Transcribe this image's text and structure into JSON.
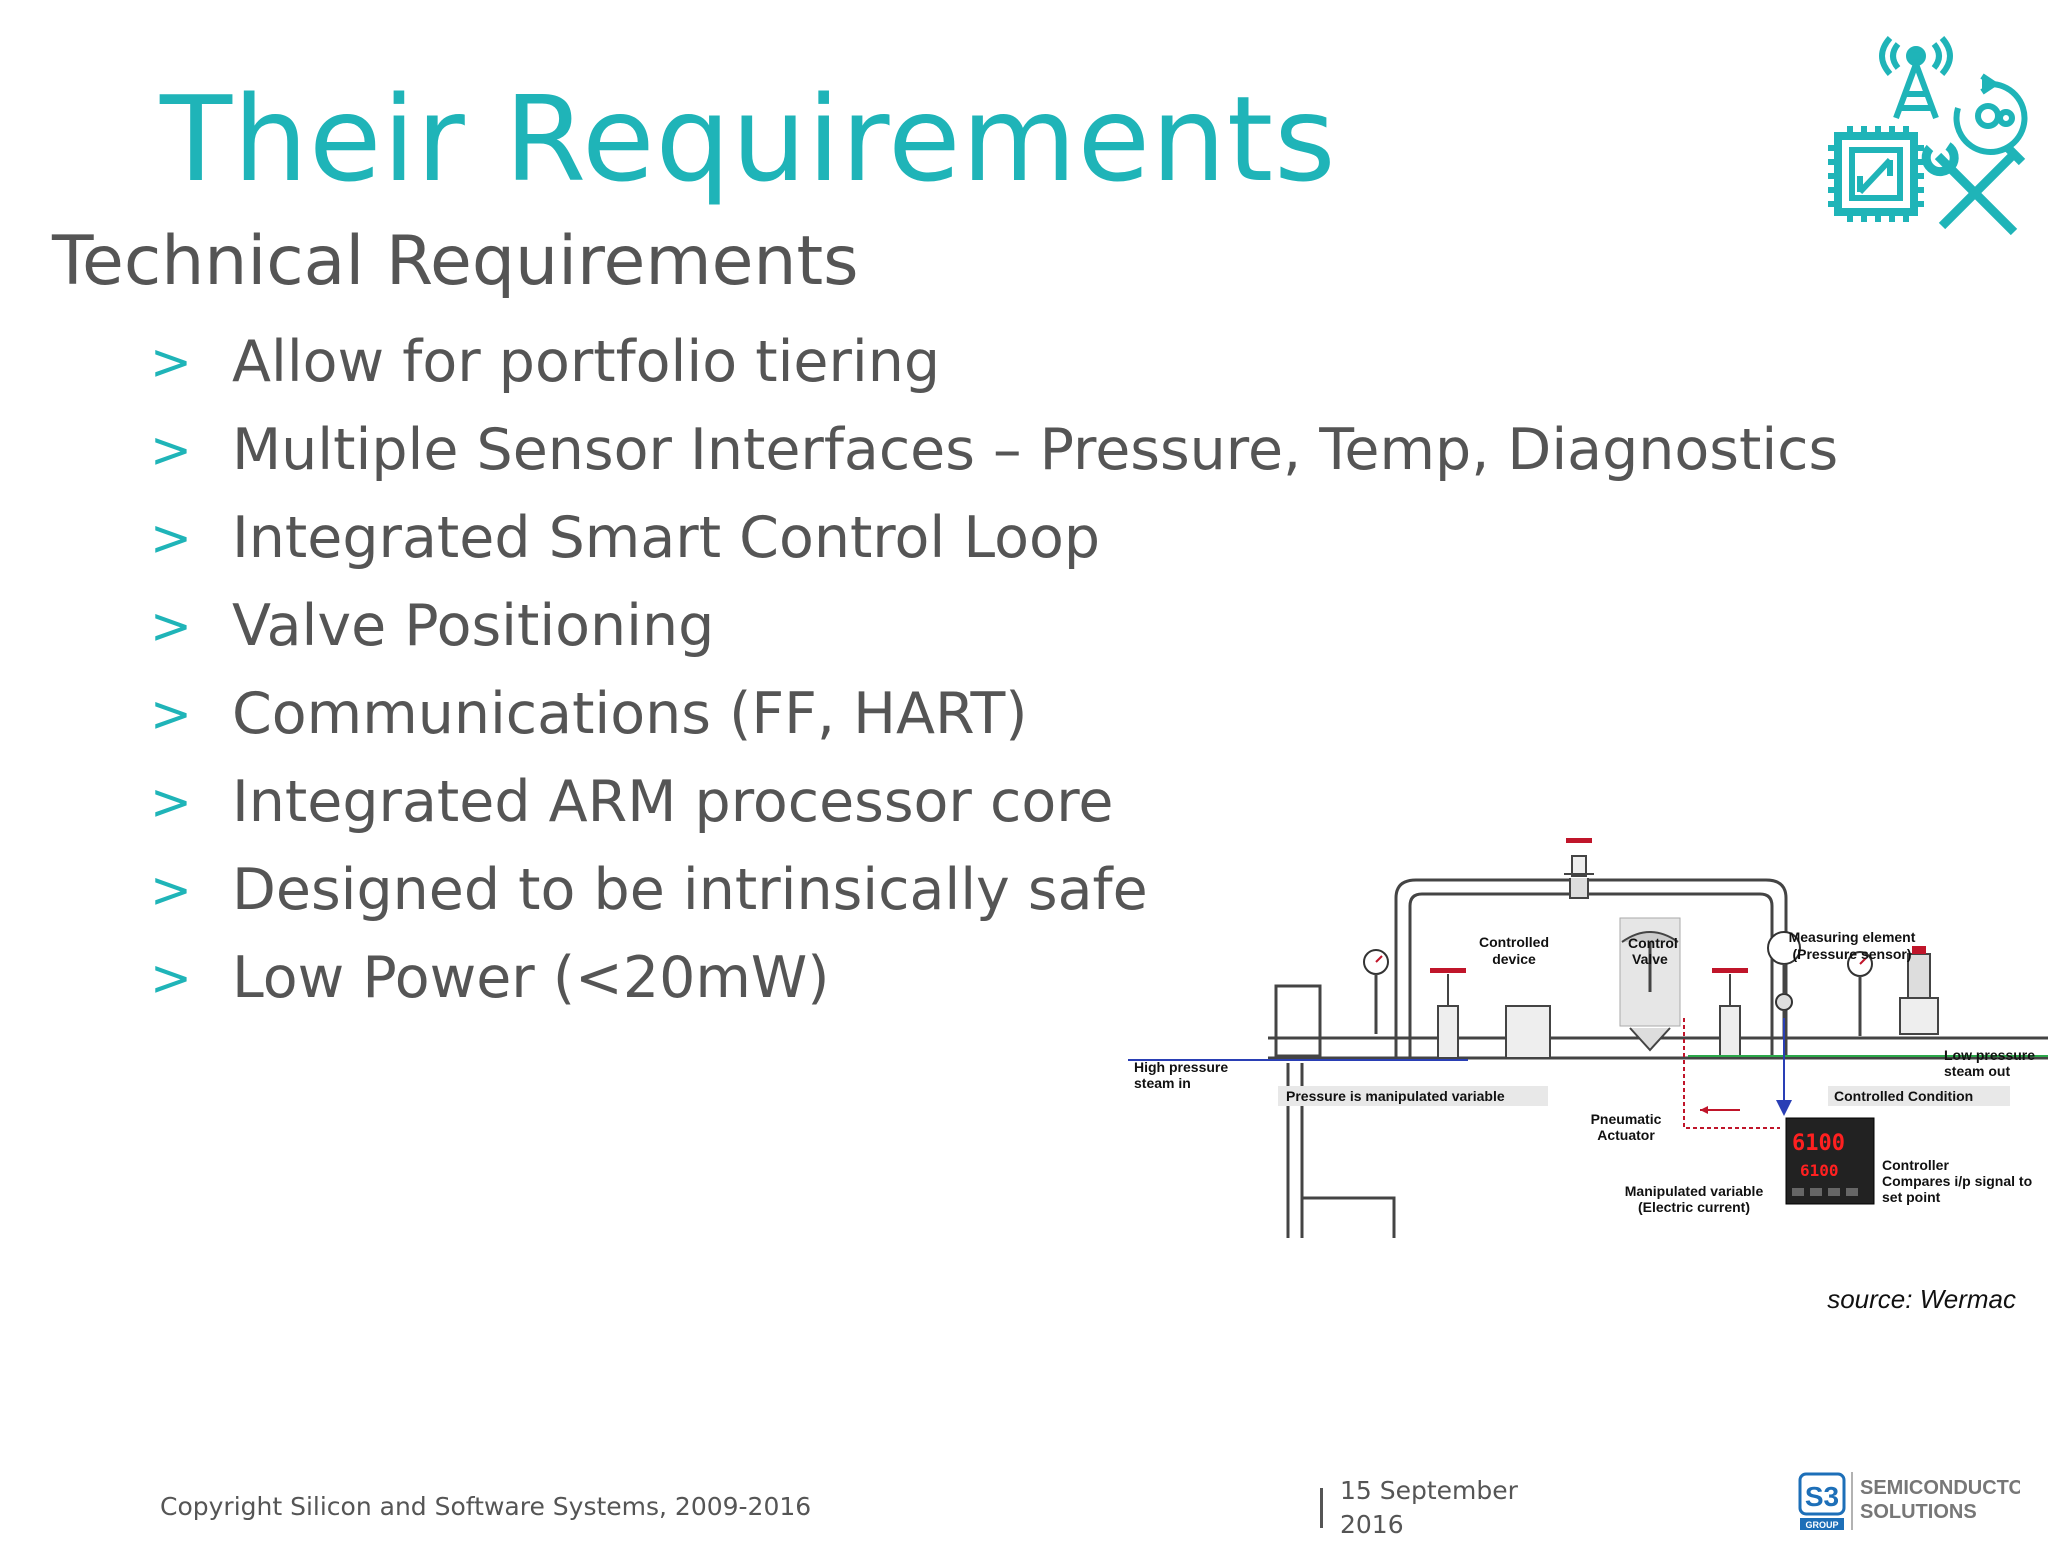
{
  "slide": {
    "title": "Their Requirements",
    "subtitle": "Technical Requirements",
    "bullet_marker": ">",
    "bullets": [
      "Allow for portfolio tiering",
      "Multiple Sensor Interfaces – Pressure, Temp, Diagnostics",
      "Integrated Smart Control Loop",
      "Valve Positioning",
      "Communications (FF, HART)",
      "Integrated ARM processor core",
      "Designed to be intrinsically safe",
      "Low Power (<20mW)"
    ]
  },
  "diagram": {
    "labels": {
      "controlled_device_1": "Controlled",
      "controlled_device_2": "device",
      "control_valve_1": "Control",
      "control_valve_2": "Valve",
      "measuring_1": "Measuring element",
      "measuring_2": "(Pressure sensor)",
      "high_pressure_1": "High pressure",
      "high_pressure_2": "steam in",
      "low_pressure_1": "Low pressure",
      "low_pressure_2": "steam out",
      "manipulated_bar": "Pressure is manipulated variable",
      "controlled_condition": "Controlled Condition",
      "pneumatic_1": "Pneumatic",
      "pneumatic_2": "Actuator",
      "controller_1": "Controller",
      "controller_2": "Compares i/p signal to",
      "controller_3": "set point",
      "manipulated_var_1": "Manipulated variable",
      "manipulated_var_2": "(Electric current)",
      "display_top": "6100",
      "display_bottom": "6100"
    },
    "source": "source: Wermac"
  },
  "footer": {
    "copyright": "Copyright Silicon and Software Systems, 2009-2016",
    "date": "15 September 2016",
    "logo_mark": "S3",
    "logo_group": "GROUP",
    "company_line1": "SEMICONDUCTOR",
    "company_line2": "SOLUTIONS"
  },
  "colors": {
    "accent": "#1fb4b8",
    "body_text": "#555555",
    "logo_blue": "#1d6fb8",
    "valve_red": "#c0152a"
  }
}
